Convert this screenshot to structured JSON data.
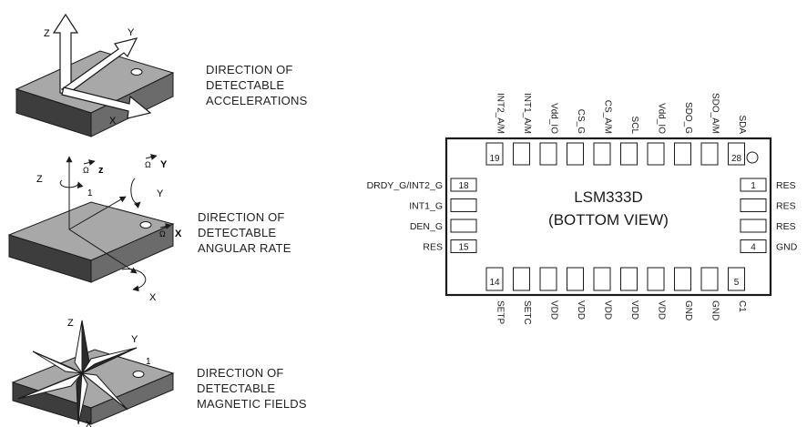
{
  "chip": {
    "name": "LSM333D",
    "view": "(BOTTOM VIEW)",
    "top_pins": [
      "INT2_A/M",
      "INT1_A/M",
      "Vdd_IO",
      "CS_G",
      "CS_A/M",
      "SCL",
      "Vdd_IO",
      "SDO_G",
      "SDO_A/M",
      "SDA"
    ],
    "bottom_pins": [
      "SETP",
      "SETC",
      "VDD",
      "VDD",
      "VDD",
      "VDD",
      "VDD",
      "GND",
      "GND",
      "C1"
    ],
    "left_pins": [
      "DRDY_G/INT2_G",
      "INT1_G",
      "DEN_G",
      "RES"
    ],
    "right_pins": [
      "RES",
      "RES",
      "RES",
      "GND"
    ],
    "pin_numbers": {
      "top_first": "19",
      "top_last": "28",
      "bottom_first": "14",
      "bottom_last": "5",
      "left_first": "18",
      "left_last": "15",
      "right_first": "1",
      "right_last": "4"
    }
  },
  "captions": {
    "acceleration": [
      "DIRECTION OF",
      "DETECTABLE",
      "ACCELERATIONS"
    ],
    "angular": [
      "DIRECTION OF",
      "DETECTABLE",
      "ANGULAR RATE"
    ],
    "magnetic": [
      "DIRECTION OF",
      "DETECTABLE",
      "MAGNETIC FIELDS"
    ]
  },
  "axes": {
    "x": "X",
    "y": "Y",
    "z": "Z",
    "omega_z": "z",
    "omega_y": "Y",
    "omega_x": "X",
    "pin1": "1"
  },
  "colors": {
    "ink": "#1a1a1a",
    "package_top": "#ffffff",
    "package_side": "#6b6b6b",
    "package_front": "#3d3d3d",
    "package_top_shade": "#a8a8a8"
  }
}
